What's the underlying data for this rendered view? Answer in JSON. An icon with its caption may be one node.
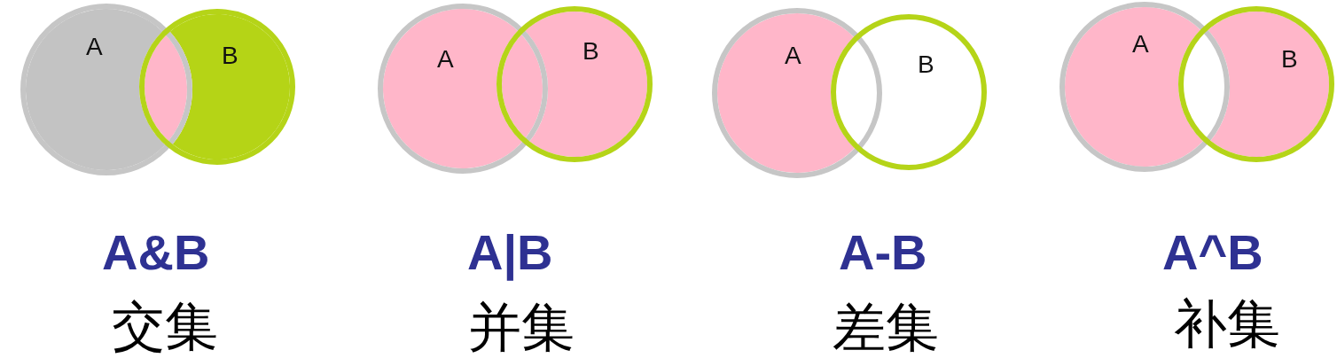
{
  "diagram": {
    "nodes": [
      {
        "text": [
          "A"
        ]
      },
      {
        "text": [
          "B"
        ]
      },
      {
        "text": [
          "A"
        ]
      },
      {
        "text": [
          "B"
        ]
      },
      {
        "text": [
          "A"
        ]
      },
      {
        "text": [
          "B"
        ]
      },
      {
        "text": [
          "A"
        ]
      },
      {
        "text": [
          "B"
        ]
      }
    ],
    "labels": [
      "A&B",
      "A|B",
      "A-B",
      "A^B",
      "交集",
      "并集",
      "差集",
      "补集"
    ]
  }
}
